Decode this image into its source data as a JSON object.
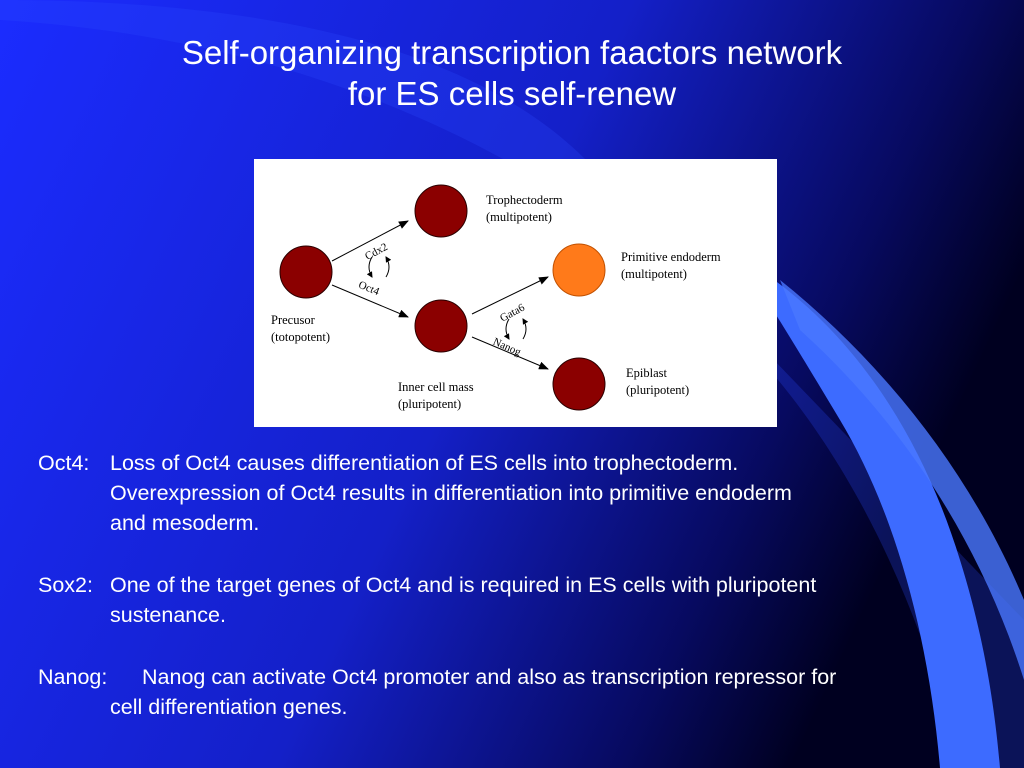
{
  "colors": {
    "background_start": "#1a2bff",
    "background_end": "#000033",
    "node_dark": "#8b0000",
    "node_orange": "#ff7a1a",
    "diagram_bg": "#ffffff"
  },
  "slide": {
    "title_line1": "Self-organizing transcription faactors network",
    "title_line2": "for ES cells self-renew"
  },
  "diagram": {
    "nodes": {
      "precursor": "Precusor",
      "precursor_sub": "(totopotent)",
      "trophectoderm": "Trophectoderm",
      "trophectoderm_sub": "(multipotent)",
      "icm": "Inner cell mass",
      "icm_sub": "(pluripotent)",
      "endoderm": "Primitive endoderm",
      "endoderm_sub": "(multipotent)",
      "epiblast": "Epiblast",
      "epiblast_sub": "(pluripotent)"
    },
    "factors": {
      "cdx2": "Cdx2",
      "oct4": "Oct4",
      "gata6": "Gata6",
      "nanog": "Nanog"
    }
  },
  "notes": [
    {
      "label": "Oct4:",
      "lines": [
        "Loss of Oct4 causes differentiation of ES cells into trophectoderm.",
        "Overexpression of Oct4 results in differentiation into primitive endoderm",
        "and mesoderm."
      ]
    },
    {
      "label": "Sox2:",
      "lines": [
        "One of the target genes of Oct4 and is required in ES cells with pluripotent",
        "sustenance."
      ]
    },
    {
      "label": "Nanog:",
      "lines": [
        "Nanog can activate Oct4 promoter and also as transcription repressor for",
        "cell differentiation genes."
      ]
    }
  ]
}
